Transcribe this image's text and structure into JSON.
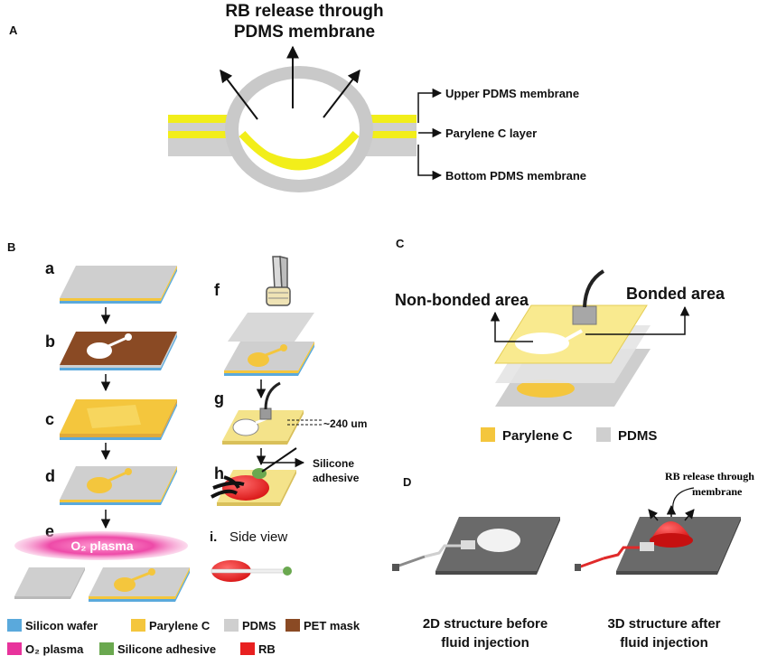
{
  "colors": {
    "silicon_wafer": "#5aa9dc",
    "parylene_c": "#f4c63d",
    "pdms": "#cfcfcf",
    "pet_mask": "#8a4a24",
    "o2_plasma": "#e8339c",
    "silicone_adhesive": "#6aa84f",
    "rb": "#e82020",
    "yellow_layer": "#f2ee1a",
    "dark_device": "#6a6a6a"
  },
  "panel_a": {
    "label": "A",
    "title_line1": "RB release through",
    "title_line2": "PDMS membrane",
    "callouts": [
      "Upper PDMS membrane",
      "Parylene C layer",
      "Bottom PDMS membrane"
    ]
  },
  "panel_b": {
    "label": "B",
    "steps": [
      "a",
      "b",
      "c",
      "d",
      "e",
      "f",
      "g",
      "h"
    ],
    "plasma_label": "O₂ plasma",
    "step_i_label": "i.",
    "side_view": "Side view",
    "thickness": "~240 um",
    "adhesive_line1": "Silicone",
    "adhesive_line2": "adhesive"
  },
  "panel_c": {
    "label": "C",
    "non_bonded": "Non-bonded area",
    "bonded": "Bonded area",
    "legend": [
      {
        "name": "Parylene C",
        "color": "#f4c63d"
      },
      {
        "name": "PDMS",
        "color": "#cfcfcf"
      }
    ]
  },
  "panel_d": {
    "label": "D",
    "annotation_line1": "RB release through",
    "annotation_line2": "membrane",
    "caption_2d_line1": "2D structure before",
    "caption_2d_line2": "fluid injection",
    "caption_3d_line1": "3D structure after",
    "caption_3d_line2": "fluid injection"
  },
  "legend": [
    {
      "name": "Silicon wafer",
      "color": "#5aa9dc"
    },
    {
      "name": "Parylene C",
      "color": "#f4c63d"
    },
    {
      "name": "PDMS",
      "color": "#cfcfcf"
    },
    {
      "name": "PET mask",
      "color": "#8a4a24"
    },
    {
      "name": "O₂ plasma",
      "color": "#e8339c"
    },
    {
      "name": "Silicone adhesive",
      "color": "#6aa84f"
    },
    {
      "name": "RB",
      "color": "#e82020"
    }
  ]
}
